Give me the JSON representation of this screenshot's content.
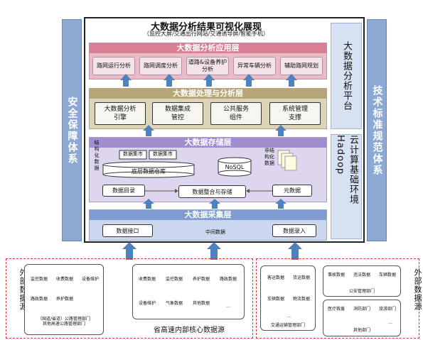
{
  "left_bar": {
    "label": "安全保障体系"
  },
  "right_bar": {
    "label": "技术标准规范体系"
  },
  "main": {
    "title": "大数据分析结果可视化展现",
    "subtitle": "（监控大屏/交通出行网站/交通诱导屏/智能手机）"
  },
  "side_panels": {
    "platform": "大数据分析平台",
    "cloud": "云计算基础环境Hadoop"
  },
  "app_layer": {
    "title": "大数据分析应用层",
    "items": [
      "路网运行分析",
      "路网调度分析",
      "道路&设备养护分析",
      "异常车辆分析",
      "辅助路网规划"
    ]
  },
  "proc_layer": {
    "title": "大数据处理与分析层",
    "items": [
      "大数据分析引擎",
      "数据集成管控",
      "公共服务组件",
      "系统管理支撑"
    ]
  },
  "store_layer": {
    "title": "大数据存储层",
    "structured": "结构化数据",
    "unstructured": "非结构化数据",
    "mart1": "数据集市",
    "mart2": "数据集市",
    "warehouse": "底层数据仓库",
    "nosql": "NoSQL",
    "catalog": "数据目录",
    "integration": "数据整合与存储",
    "meta": "元数据"
  },
  "collect_layer": {
    "title": "大数据采集层",
    "interface": "数据接口",
    "middle": "中间数据",
    "entry": "数据录入"
  },
  "sources": {
    "external_label": "外部数据源",
    "group1": {
      "items": [
        "监控数据",
        "收费数据",
        "设备维护",
        "路政数据",
        "养护数据"
      ],
      "footer": "（国道/省道）公路管理部门\n其他高速公路管理部门"
    },
    "core": {
      "items": [
        "收费数据",
        "监控数据",
        "养护数据",
        "路政数据",
        "设备维护",
        "气象数据",
        "其他数据",
        "…"
      ],
      "footer": "省高速内部核心数据源"
    },
    "transport": {
      "items": [
        "客运数据",
        "货运数据",
        "车辆数据",
        "物流数据",
        "…"
      ],
      "footer": "交通运输管理部门"
    },
    "police": {
      "items": [
        "事故数据",
        "违法数据",
        "车辆数据"
      ],
      "footer": "公安管理部门"
    },
    "other": {
      "items": [
        "医疗救援",
        "消防部门",
        "旅游部门",
        "…"
      ],
      "footer": "其他部门"
    }
  }
}
